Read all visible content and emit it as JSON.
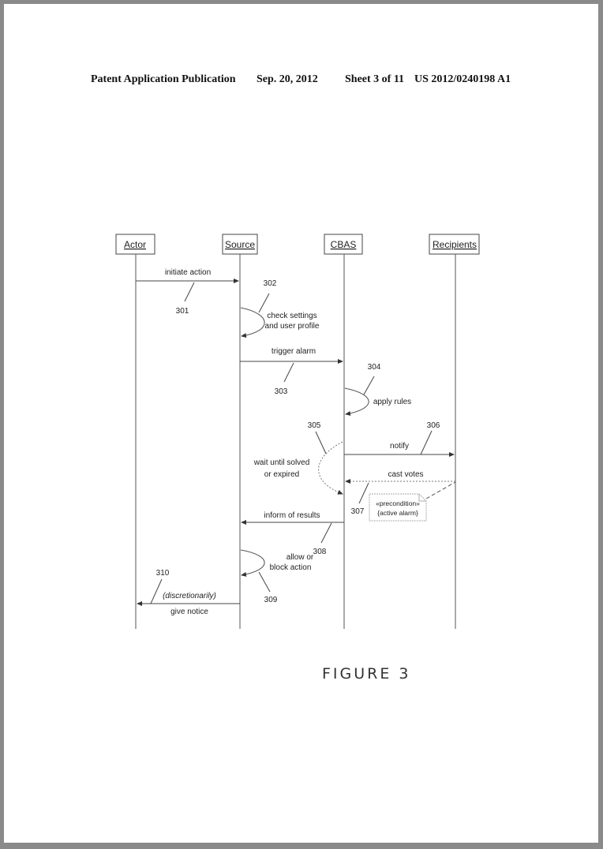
{
  "header": {
    "publication": "Patent Application Publication",
    "date": "Sep. 20, 2012",
    "sheet": "Sheet 3 of 11",
    "number": "US 2012/0240198 A1"
  },
  "diagram": {
    "lifelines": [
      {
        "name": "Actor"
      },
      {
        "name": "Source"
      },
      {
        "name": "CBAS"
      },
      {
        "name": "Recipients"
      }
    ],
    "messages": [
      {
        "label": "initiate action",
        "ref": "301"
      },
      {
        "label": "check settings",
        "label2": "and user profile",
        "ref": "302"
      },
      {
        "label": "trigger alarm",
        "ref": "303"
      },
      {
        "label": "apply rules",
        "ref": "304"
      },
      {
        "label": "wait until solved",
        "label2": "or expired",
        "ref": "305"
      },
      {
        "label": "notify",
        "ref": "306"
      },
      {
        "label": "cast votes",
        "ref": "307"
      },
      {
        "label": "inform of results",
        "ref": "308"
      },
      {
        "label": "allow or",
        "label2": "block action",
        "ref": "309"
      },
      {
        "label": "give notice",
        "qualifier": "(discretionarily)",
        "ref": "310"
      }
    ],
    "note": {
      "line1": "«precondition»",
      "line2": "{active alarm}"
    },
    "caption": "FIGURE 3"
  }
}
